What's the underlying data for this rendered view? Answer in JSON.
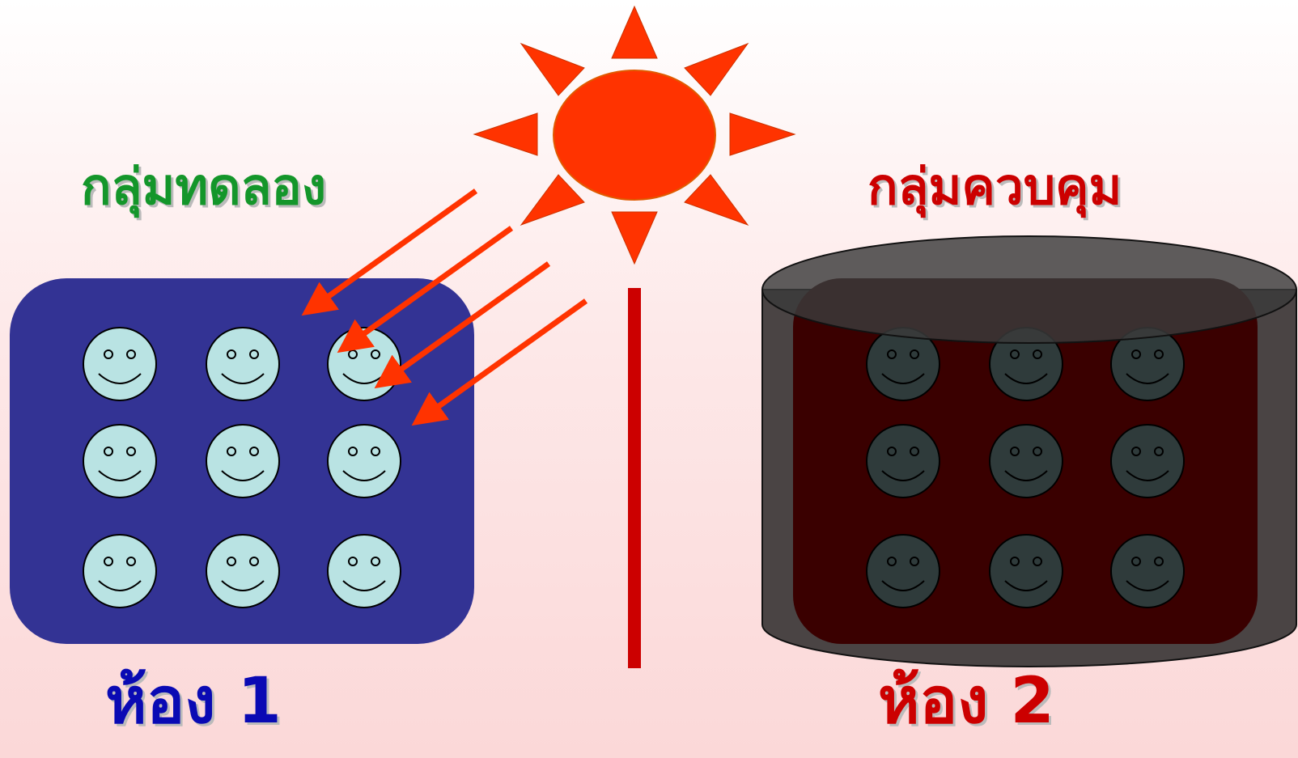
{
  "labels": {
    "experimental_group": "กลุ่มทดลอง",
    "control_group": "กลุ่มควบคุม",
    "room_1": "ห้อง 1",
    "room_2": "ห้อง 2"
  },
  "people": {
    "room_1_count": 9,
    "room_2_count": 9
  },
  "colors": {
    "sun": "#ff3300",
    "ray_arrow": "#ff3300",
    "divider": "#cc0000",
    "room_1_box": "#333394",
    "room_2_box": "#3a0000",
    "cover": "#3a3a3a",
    "face_lit": "#b9e3e3",
    "face_dark": "#2f3b3b"
  }
}
